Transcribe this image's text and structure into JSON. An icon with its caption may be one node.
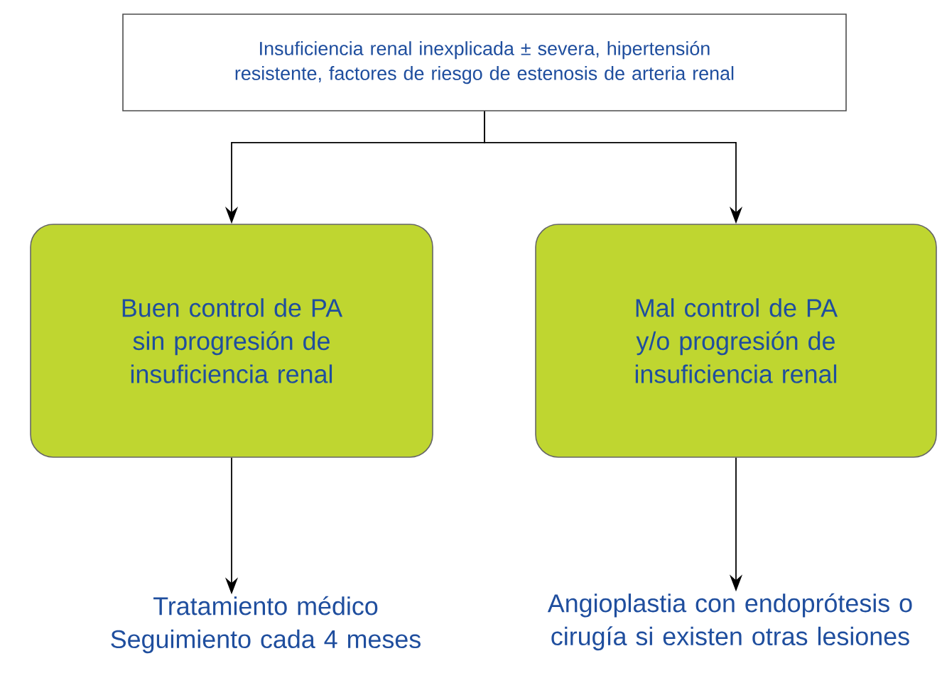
{
  "diagram": {
    "nodes": [
      {
        "text": [
          "Insuficiencia renal inexplicada ± severa, hipertensión resistente, factores de riesgo de estenosis de arteria renal"
        ]
      },
      {
        "text": [
          "Buen control de PA sin progresión de insuficiencia renal"
        ]
      },
      {
        "text": [
          "Mal control de PA y/o progresión de insuficiencia renal"
        ]
      },
      {
        "text": [
          "Tratamiento médico Seguimiento cada 4 meses"
        ]
      },
      {
        "text": [
          "Angioplastia con endoprótesis o cirugía si existen otras lesiones"
        ]
      }
    ],
    "edges": [
      {
        "from": 0,
        "to": 1,
        "arrow": "to"
      },
      {
        "from": 0,
        "to": 2,
        "arrow": "to"
      },
      {
        "from": 1,
        "to": 3,
        "arrow": "to"
      },
      {
        "from": 2,
        "to": 4,
        "arrow": "to"
      }
    ]
  }
}
